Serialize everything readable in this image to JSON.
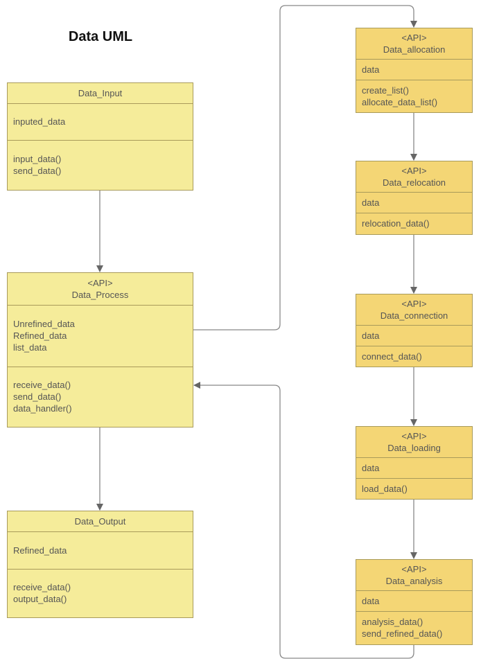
{
  "title": "Data UML",
  "colors": {
    "left_fill": "#f5ec9a",
    "right_fill": "#f4d675",
    "border": "#a89a5a",
    "connector": "#777777"
  },
  "classes": {
    "input": {
      "stereotype": "",
      "name": "Data_Input",
      "attributes": [
        "inputed_data"
      ],
      "methods": [
        "input_data()",
        "send_data()"
      ]
    },
    "process": {
      "stereotype": "<API>",
      "name": "Data_Process",
      "attributes": [
        "Unrefined_data",
        "Refined_data",
        "list_data"
      ],
      "methods": [
        "receive_data()",
        "send_data()",
        "data_handler()"
      ]
    },
    "output": {
      "stereotype": "",
      "name": "Data_Output",
      "attributes": [
        "Refined_data"
      ],
      "methods": [
        "receive_data()",
        "output_data()"
      ]
    },
    "allocation": {
      "stereotype": "<API>",
      "name": "Data_allocation",
      "attributes": [
        "data"
      ],
      "methods": [
        "create_list()",
        "allocate_data_list()"
      ]
    },
    "relocation": {
      "stereotype": "<API>",
      "name": "Data_relocation",
      "attributes": [
        "data"
      ],
      "methods": [
        "relocation_data()"
      ]
    },
    "connection": {
      "stereotype": "<API>",
      "name": "Data_connection",
      "attributes": [
        "data"
      ],
      "methods": [
        "connect_data()"
      ]
    },
    "loading": {
      "stereotype": "<API>",
      "name": "Data_loading",
      "attributes": [
        "data"
      ],
      "methods": [
        "load_data()"
      ]
    },
    "analysis": {
      "stereotype": "<API>",
      "name": "Data_analysis",
      "attributes": [
        "data"
      ],
      "methods": [
        "analysis_data()",
        "send_refined_data()"
      ]
    }
  }
}
